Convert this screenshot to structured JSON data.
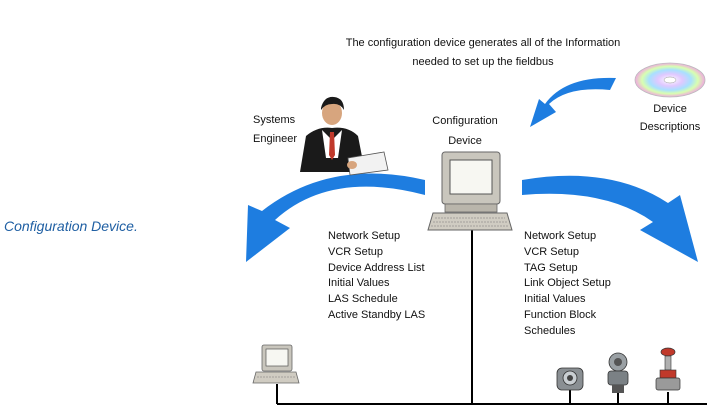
{
  "caption": "Configuration Device.",
  "header_line1": "The configuration device generates all of the Information",
  "header_line2": "needed to set up the fieldbus",
  "systems_engineer": [
    "Systems",
    "Engineer"
  ],
  "configuration_device": [
    "Configuration",
    "Device"
  ],
  "device_descriptions": [
    "Device",
    "Descriptions"
  ],
  "left_list": [
    "Network Setup",
    "VCR Setup",
    "Device Address List",
    "Initial Values",
    "LAS Schedule",
    "Active Standby LAS"
  ],
  "right_list": [
    "Network Setup",
    "VCR Setup",
    "TAG Setup",
    "Link Object Setup",
    "Initial Values",
    "Function Block",
    "Schedules"
  ],
  "colors": {
    "arrow": "#1e7de0",
    "caption": "#1f5fa3"
  }
}
